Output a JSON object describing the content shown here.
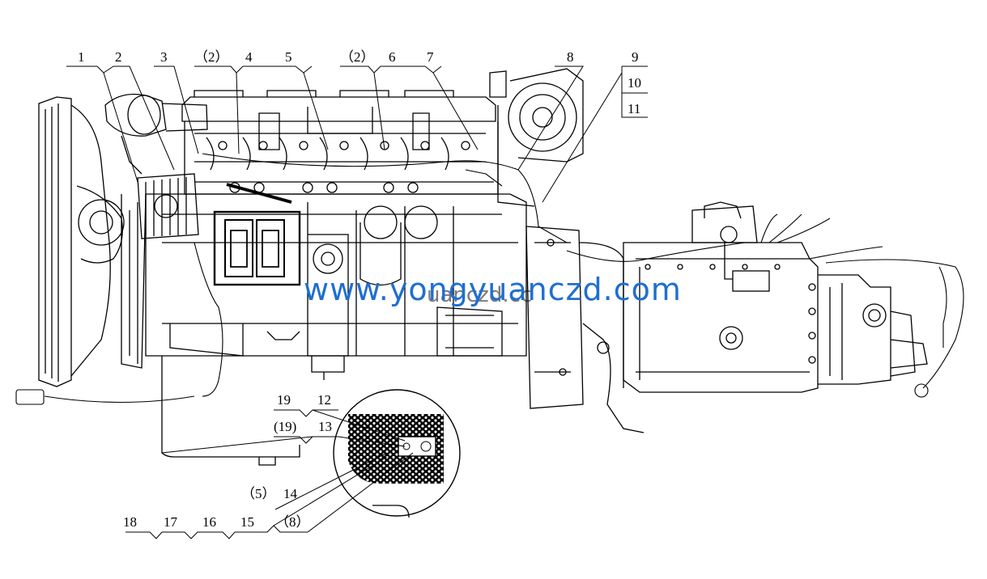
{
  "callouts": {
    "c1": "1",
    "c2": "2",
    "c3": "3",
    "c2p_a": "（2）",
    "c4": "4",
    "c5": "5",
    "c2p_b": "（2）",
    "c6": "6",
    "c7": "7",
    "c8": "8",
    "c9": "9",
    "c10": "10",
    "c11": "11",
    "c19": "19",
    "c12": "12",
    "c19p": "(19)",
    "c13": "13",
    "c5p": "（5）",
    "c14": "14",
    "c18": "18",
    "c17": "17",
    "c16": "16",
    "c15": "15",
    "c8p": "（8）"
  },
  "watermark": {
    "text": "www.yongyuanczd.com",
    "shadow_text": "uanczd.cc",
    "color": "#1f6fd0"
  },
  "icons": {
    "engine": "engine-drawing",
    "transmission": "gearbox-drawing",
    "magnifier": "detail-magnifier-circle"
  }
}
